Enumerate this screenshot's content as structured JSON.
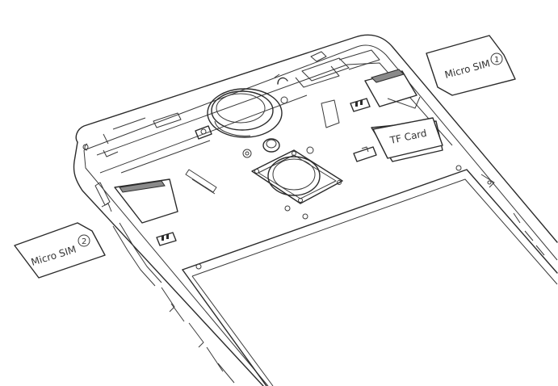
{
  "labels": {
    "sim1": "Micro SIM",
    "sim1_number": "1",
    "sim2": "Micro SIM",
    "sim2_number": "2",
    "tf_card": "TF Card"
  },
  "colors": {
    "line": "#2b2b2b",
    "background": "#ffffff",
    "slot_fill": "#8a8a8a"
  }
}
